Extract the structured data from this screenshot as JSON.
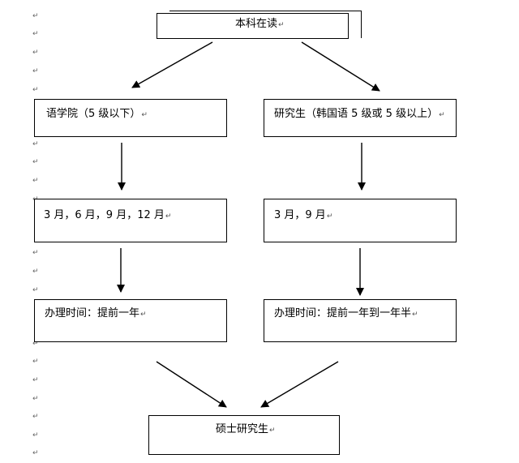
{
  "diagram": {
    "nodes": {
      "start": "本科在读",
      "left_branch": "语学院（5 级以下）",
      "right_branch": "研究生（韩国语 5 级或 5 级以上）",
      "left_months": "3 月，6 月，9 月，12 月",
      "right_months": "3 月，9 月",
      "left_time": "办理时间：提前一年",
      "right_time": "办理时间：提前一年到一年半",
      "end": "硕士研究生"
    },
    "paragraph_mark": "↵"
  }
}
